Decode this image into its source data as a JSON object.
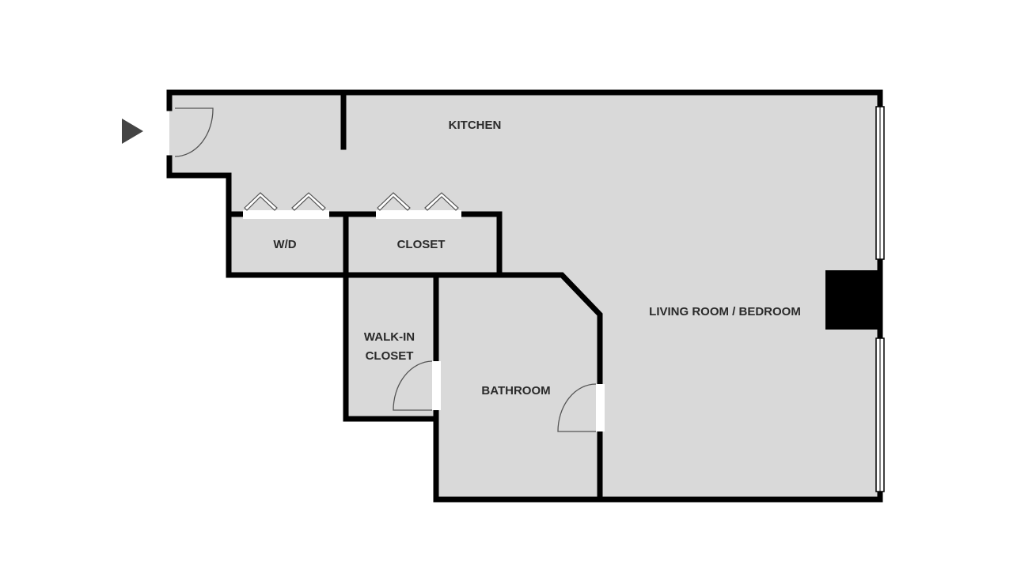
{
  "plan": {
    "colors": {
      "floor": "#d9d9d9",
      "wall": "#000000",
      "entry_arrow": "#444444"
    },
    "rooms": {
      "kitchen": "KITCHEN",
      "wd": "W/D",
      "closet": "CLOSET",
      "walkin_line1": "WALK-IN",
      "walkin_line2": "CLOSET",
      "bathroom": "BATHROOM",
      "living": "LIVING ROOM / BEDROOM"
    },
    "icons": {
      "entry": "entry-arrow-icon"
    }
  }
}
